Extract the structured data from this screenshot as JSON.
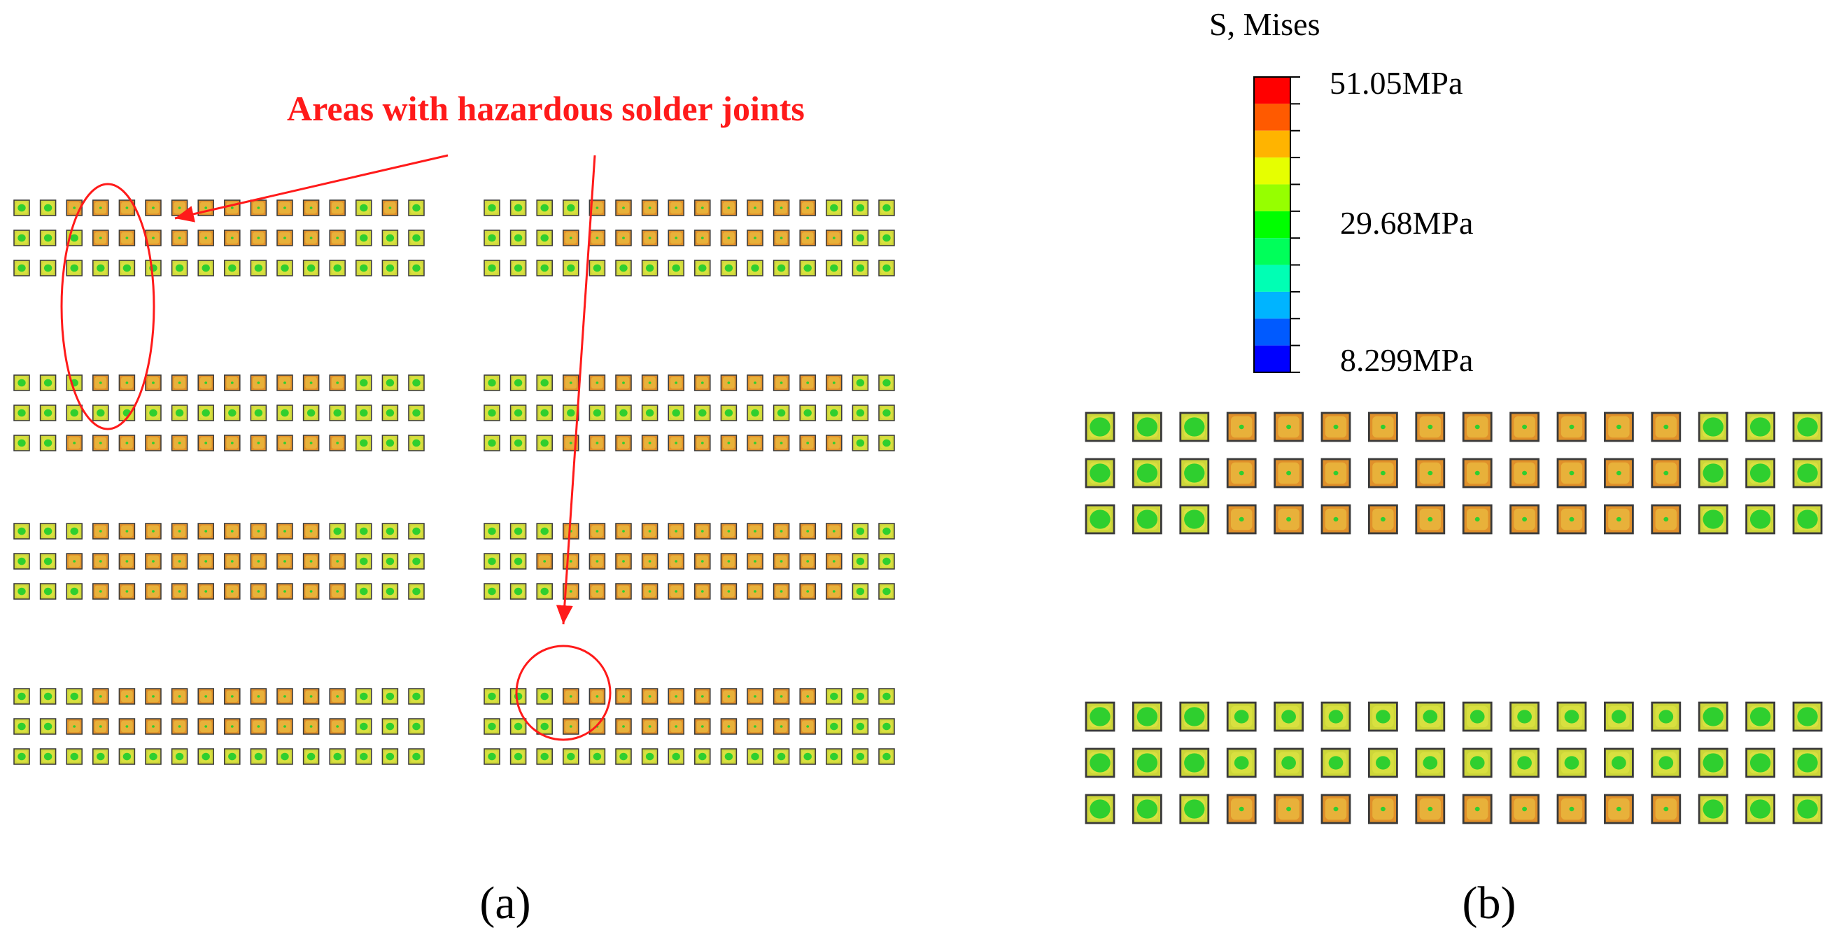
{
  "annotation": {
    "text": "Areas with hazardous solder joints",
    "color": "#ff1a1a"
  },
  "panel_a": {
    "label": "(a)",
    "bands": [
      {
        "left": [
          [
            "g",
            "g",
            "o",
            "o",
            "o",
            "o",
            "o",
            "o",
            "o",
            "o",
            "o",
            "o",
            "o",
            "g",
            "o",
            "g"
          ],
          [
            "g",
            "g",
            "g",
            "o",
            "o",
            "o",
            "o",
            "o",
            "o",
            "o",
            "o",
            "o",
            "o",
            "g",
            "g",
            "g"
          ],
          [
            "g",
            "g",
            "g",
            "g",
            "g",
            "g",
            "g",
            "g",
            "g",
            "g",
            "g",
            "g",
            "g",
            "g",
            "g",
            "g"
          ]
        ],
        "right": [
          [
            "g",
            "g",
            "g",
            "g",
            "o",
            "o",
            "o",
            "o",
            "o",
            "o",
            "o",
            "o",
            "o",
            "g",
            "g",
            "g"
          ],
          [
            "g",
            "g",
            "g",
            "o",
            "o",
            "o",
            "o",
            "o",
            "o",
            "o",
            "o",
            "o",
            "o",
            "o",
            "g",
            "g"
          ],
          [
            "g",
            "g",
            "g",
            "g",
            "g",
            "g",
            "g",
            "g",
            "g",
            "g",
            "g",
            "g",
            "g",
            "g",
            "g",
            "g"
          ]
        ]
      },
      {
        "left": [
          [
            "g",
            "g",
            "g",
            "o",
            "o",
            "o",
            "o",
            "o",
            "o",
            "o",
            "o",
            "o",
            "o",
            "g",
            "g",
            "g"
          ],
          [
            "g",
            "g",
            "g",
            "g",
            "g",
            "g",
            "g",
            "g",
            "g",
            "g",
            "g",
            "g",
            "g",
            "g",
            "g",
            "g"
          ],
          [
            "g",
            "g",
            "o",
            "o",
            "o",
            "o",
            "o",
            "o",
            "o",
            "o",
            "o",
            "o",
            "o",
            "g",
            "g",
            "g"
          ]
        ],
        "right": [
          [
            "g",
            "g",
            "g",
            "o",
            "o",
            "o",
            "o",
            "o",
            "o",
            "o",
            "o",
            "o",
            "o",
            "o",
            "g",
            "g"
          ],
          [
            "g",
            "g",
            "g",
            "g",
            "g",
            "g",
            "g",
            "g",
            "g",
            "g",
            "g",
            "g",
            "g",
            "g",
            "g",
            "g"
          ],
          [
            "g",
            "g",
            "g",
            "o",
            "o",
            "o",
            "o",
            "o",
            "o",
            "o",
            "o",
            "o",
            "o",
            "o",
            "g",
            "g"
          ]
        ]
      },
      {
        "left": [
          [
            "g",
            "g",
            "g",
            "o",
            "o",
            "o",
            "o",
            "o",
            "o",
            "o",
            "o",
            "o",
            "g",
            "g",
            "g",
            "g"
          ],
          [
            "g",
            "g",
            "o",
            "o",
            "o",
            "o",
            "o",
            "o",
            "o",
            "o",
            "o",
            "o",
            "o",
            "g",
            "g",
            "g"
          ],
          [
            "g",
            "g",
            "g",
            "o",
            "o",
            "o",
            "o",
            "o",
            "o",
            "o",
            "o",
            "o",
            "o",
            "g",
            "g",
            "g"
          ]
        ],
        "right": [
          [
            "g",
            "g",
            "g",
            "o",
            "o",
            "o",
            "o",
            "o",
            "o",
            "o",
            "o",
            "o",
            "o",
            "o",
            "g",
            "g"
          ],
          [
            "g",
            "g",
            "o",
            "o",
            "o",
            "o",
            "o",
            "o",
            "o",
            "o",
            "o",
            "o",
            "o",
            "o",
            "g",
            "g"
          ],
          [
            "g",
            "g",
            "g",
            "o",
            "o",
            "o",
            "o",
            "o",
            "o",
            "o",
            "o",
            "o",
            "o",
            "o",
            "g",
            "g"
          ]
        ]
      },
      {
        "left": [
          [
            "g",
            "g",
            "g",
            "o",
            "o",
            "o",
            "o",
            "o",
            "o",
            "o",
            "o",
            "o",
            "o",
            "g",
            "g",
            "g"
          ],
          [
            "g",
            "g",
            "o",
            "o",
            "o",
            "o",
            "o",
            "o",
            "o",
            "o",
            "o",
            "o",
            "o",
            "g",
            "g",
            "g"
          ],
          [
            "g",
            "g",
            "g",
            "g",
            "g",
            "g",
            "g",
            "g",
            "g",
            "g",
            "g",
            "g",
            "g",
            "g",
            "g",
            "g"
          ]
        ],
        "right": [
          [
            "g",
            "g",
            "g",
            "o",
            "o",
            "o",
            "o",
            "o",
            "o",
            "o",
            "o",
            "o",
            "o",
            "g",
            "g",
            "g"
          ],
          [
            "g",
            "g",
            "g",
            "o",
            "o",
            "o",
            "o",
            "o",
            "o",
            "o",
            "o",
            "o",
            "o",
            "g",
            "g",
            "g"
          ],
          [
            "g",
            "g",
            "g",
            "g",
            "g",
            "g",
            "g",
            "g",
            "g",
            "g",
            "g",
            "g",
            "g",
            "g",
            "g",
            "g"
          ]
        ]
      }
    ]
  },
  "panel_b": {
    "label": "(b)",
    "bands": [
      [
        [
          "G",
          "G",
          "G",
          "o",
          "o",
          "o",
          "o",
          "o",
          "o",
          "o",
          "o",
          "o",
          "o",
          "G",
          "G",
          "G"
        ],
        [
          "G",
          "G",
          "G",
          "o",
          "o",
          "o",
          "o",
          "o",
          "o",
          "o",
          "o",
          "o",
          "o",
          "G",
          "G",
          "G"
        ],
        [
          "G",
          "G",
          "G",
          "o",
          "o",
          "o",
          "o",
          "o",
          "o",
          "o",
          "o",
          "o",
          "o",
          "G",
          "G",
          "G"
        ]
      ],
      [
        [
          "G",
          "G",
          "G",
          "g",
          "g",
          "g",
          "g",
          "g",
          "g",
          "g",
          "g",
          "g",
          "g",
          "G",
          "G",
          "G"
        ],
        [
          "G",
          "G",
          "G",
          "g",
          "g",
          "g",
          "g",
          "g",
          "g",
          "g",
          "g",
          "g",
          "g",
          "G",
          "G",
          "G"
        ],
        [
          "G",
          "G",
          "G",
          "o",
          "o",
          "o",
          "o",
          "o",
          "o",
          "o",
          "o",
          "o",
          "o",
          "G",
          "G",
          "G"
        ]
      ]
    ]
  },
  "legend": {
    "title": "S, Mises",
    "max_label": "51.05MPa",
    "mid_label": "29.68MPa",
    "min_label": "8.299MPa",
    "colors": [
      "#ff0000",
      "#ff5a00",
      "#ffb400",
      "#e6ff00",
      "#96ff00",
      "#00ff00",
      "#00ff5a",
      "#00ffb4",
      "#00b4ff",
      "#005aff",
      "#0000ff"
    ]
  },
  "palette": {
    "pad_yellow": "#cdd639",
    "pad_orange": "#e0902a",
    "pad_green": "#2fcf2f",
    "outline": "#3a3a3a"
  }
}
